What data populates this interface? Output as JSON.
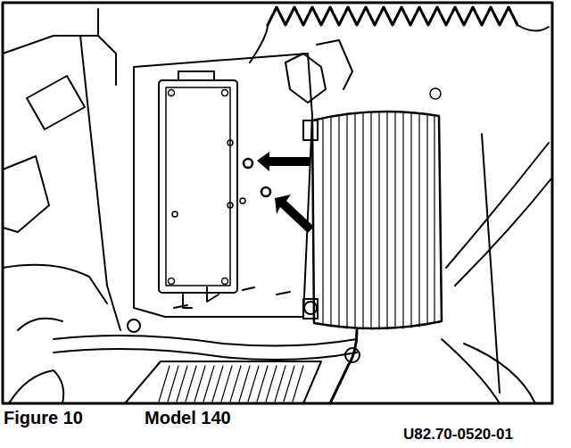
{
  "diagram": {
    "labels": [
      "Figure 10",
      "Model 140",
      "U82.70-0520-01"
    ]
  }
}
